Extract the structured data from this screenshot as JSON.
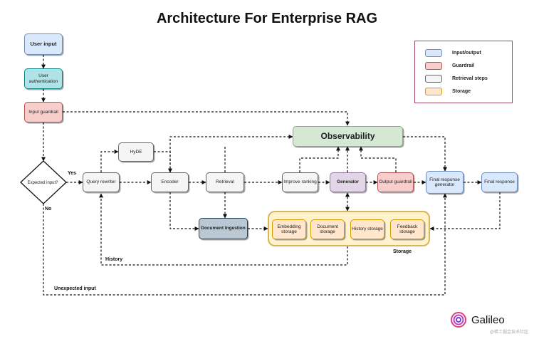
{
  "title": "Architecture For Enterprise RAG",
  "nodes": {
    "user_input": "User input",
    "user_auth": "User authentication",
    "input_guardrail": "Input guardrail",
    "expected_input": "Expected input?",
    "query_rewriter": "Query rewriter",
    "hyde": "HyDE",
    "encoder": "Encoder",
    "retrieval": "Retrieval",
    "improve_ranking": "Improve ranking",
    "generator": "Generator",
    "output_guardrail": "Output guardrail",
    "final_response_generator": "Final response generator",
    "final_response": "Final response",
    "observability": "Observability",
    "document_ingestion": "Document Ingestion",
    "embedding_storage": "Embedding storage",
    "document_storage": "Document storage",
    "history_storage": "History storage",
    "feedback_storage": "Feedback storage"
  },
  "edge_labels": {
    "yes": "Yes",
    "no": "No",
    "history": "History",
    "unexpected_input": "Unexpected input",
    "storage": "Storage"
  },
  "legend": [
    {
      "label": "Input/output",
      "color": "#dae8fc"
    },
    {
      "label": "Guardrail",
      "color": "#f8cecc"
    },
    {
      "label": "Retrieval steps",
      "color": "#f5f5f5"
    },
    {
      "label": "Storage",
      "color": "#ffe6cc"
    }
  ],
  "logo": "Galileo",
  "watermark": "@稀土掘金技术社区"
}
